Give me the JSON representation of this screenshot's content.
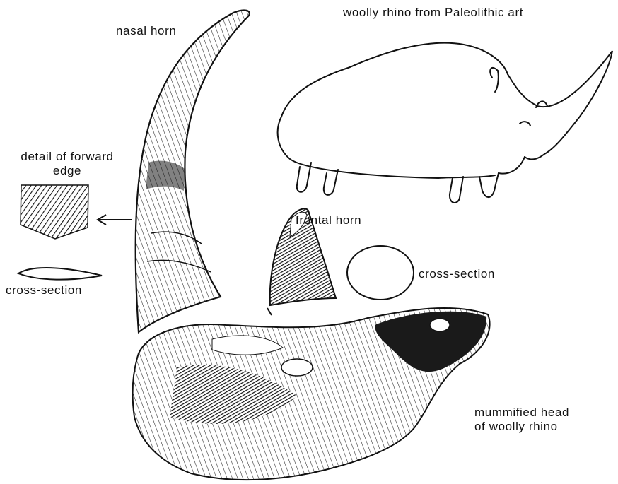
{
  "labels": {
    "nasal_horn": "nasal horn",
    "rhino_art": "woolly rhino from Paleolithic art",
    "detail_line1": "detail of forward",
    "detail_line2": "edge",
    "frontal_horn": "frontal horn",
    "cross_section_right": "cross-section",
    "cross_section_left": "cross-section",
    "mummified_line1": "mummified head",
    "mummified_line2": "of woolly rhino"
  },
  "colors": {
    "ink": "#111111",
    "paper": "#ffffff",
    "dark_fill": "#1a1a1a"
  },
  "icons": [
    "arrow-left-icon"
  ]
}
